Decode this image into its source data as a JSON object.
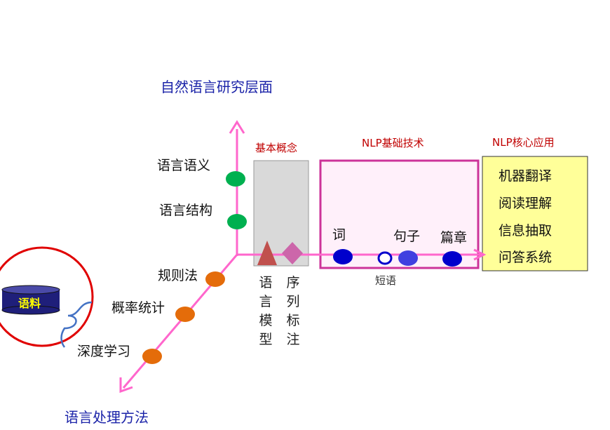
{
  "titles": {
    "research_level": "自然语言研究层面",
    "processing_method": "语言处理方法"
  },
  "levels": {
    "semantics": "语言语义",
    "structure": "语言结构"
  },
  "methods": {
    "rule": "规则法",
    "probability": "概率统计",
    "deep_learning": "深度学习"
  },
  "corpus": "语料",
  "concepts": {
    "header": "基本概念",
    "language_model": "语言模型",
    "sequence_labeling": "序列标注"
  },
  "tech": {
    "header": "NLP基础技术",
    "word": "词",
    "phrase": "短语",
    "sentence": "句子",
    "discourse": "篇章"
  },
  "apps": {
    "header": "NLP核心应用",
    "items": [
      "机器翻译",
      "阅读理解",
      "信息抽取",
      "问答系统"
    ]
  },
  "colors": {
    "axis": "#ff66cc",
    "title_blue": "#1a22a8",
    "header_red": "#c00000",
    "green_dot": "#00b050",
    "orange_dot": "#e46c0a",
    "blue_dot": "#0000cc",
    "box_gray": "#d9d9d9",
    "box_pink": "#fff0fa",
    "box_pink_border": "#cc3399",
    "box_yellow": "#ffff99",
    "circle_red": "#e00000",
    "brace_blue": "#4472c4"
  }
}
